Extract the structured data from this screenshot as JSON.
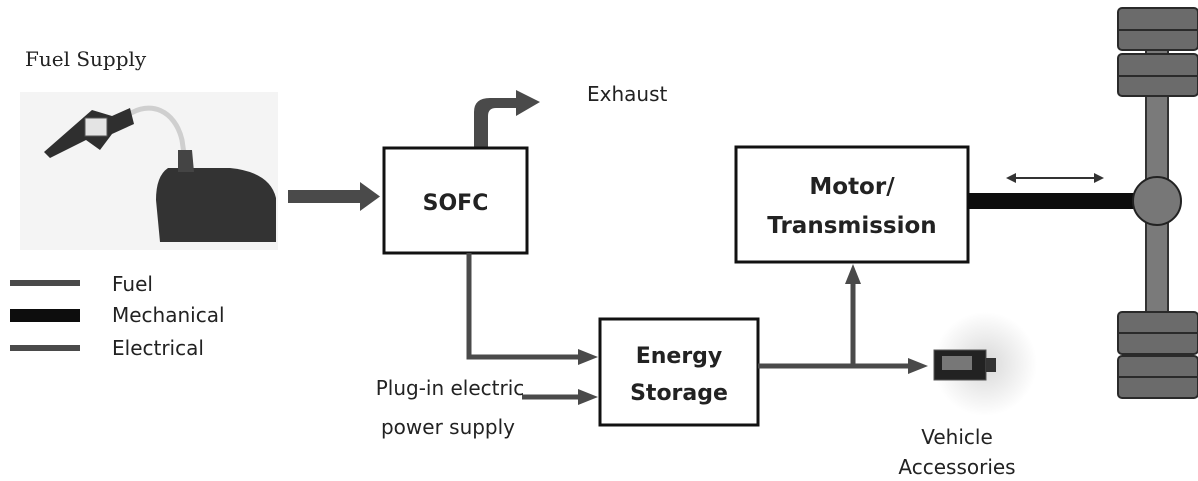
{
  "fuel_supply_label": "Fuel Supply",
  "exhaust_label": "Exhaust",
  "sofc_label": "SOFC",
  "motor_line1": "Motor/",
  "motor_line2": "Transmission",
  "storage_line1": "Energy",
  "storage_line2": "Storage",
  "plugin_line1": "Plug-in electric",
  "plugin_line2": "power supply",
  "accessories_line1": "Vehicle",
  "accessories_line2": "Accessories",
  "legend": [
    {
      "label": "Fuel",
      "style": "fuel"
    },
    {
      "label": "Mechanical",
      "style": "mechanical"
    },
    {
      "label": "Electrical",
      "style": "electrical"
    }
  ],
  "colors": {
    "flow": "#4a4a4a",
    "mechanical": "#0d0d0d",
    "box_border": "#111111",
    "wheel": "#6b6b6b",
    "axle": "#7a7a7a"
  },
  "icons": {
    "fuel_pump": "fuel-nozzle-and-tank-icon",
    "accessory": "vehicle-accessory-device-icon",
    "drivetrain": "axle-and-wheels-icon"
  }
}
